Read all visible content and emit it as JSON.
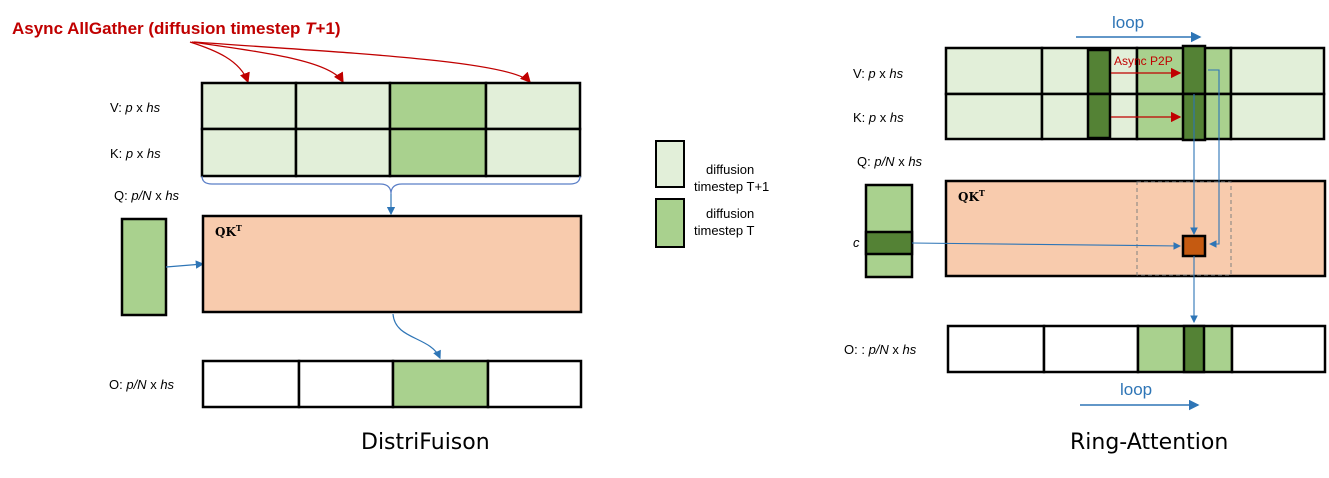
{
  "colors": {
    "light_green": "#e2efd9",
    "mid_green": "#a9d18e",
    "dark_green": "#548235",
    "qk_fill": "#f8cbad",
    "orange": "#c55a11",
    "red": "#c00000",
    "blue_arrow": "#2e75b6"
  },
  "left": {
    "async_label": "Async AllGather (diffusion timestep ",
    "async_T": "T",
    "async_suffix": "+1)",
    "v_label_pre": "V: ",
    "v_label_p": "p",
    "v_label_x": " x ",
    "v_label_hs": "hs",
    "k_label_pre": "K: ",
    "k_label_p": "p",
    "k_label_x": " x ",
    "k_label_hs": "hs",
    "q_label_pre": "Q: ",
    "q_label_pn": "p/N",
    "q_label_x": " x ",
    "q_label_hs": "hs",
    "o_label_pre": "O: ",
    "o_label_pn": "p/N",
    "o_label_x": " x ",
    "o_label_hs": "hs",
    "qk_label": "QK",
    "qk_sup": "T",
    "title": "DistriFuison"
  },
  "legend": {
    "item1_line1": "diffusion",
    "item1_line2": "timestep T+1",
    "item2_line1": "diffusion",
    "item2_line2": "timestep T"
  },
  "right": {
    "loop_top": "loop",
    "loop_bottom": "loop",
    "p2p_label": "Async P2P",
    "v_label_pre": "V: ",
    "v_label_p": "p",
    "v_label_x": " x ",
    "v_label_hs": "hs",
    "k_label_pre": "K: ",
    "k_label_p": "p",
    "k_label_x": " x ",
    "k_label_hs": "hs",
    "q_label_pre": "Q: ",
    "q_label_pn": "p/N",
    "q_label_x": " x ",
    "q_label_hs": "hs",
    "o_label_pre": "O: : ",
    "o_label_pn": "p/N",
    "o_label_x": " x ",
    "o_label_hs": "hs",
    "c_label": "c",
    "qk_label": "QK",
    "qk_sup": "T",
    "title": "Ring-Attention"
  }
}
